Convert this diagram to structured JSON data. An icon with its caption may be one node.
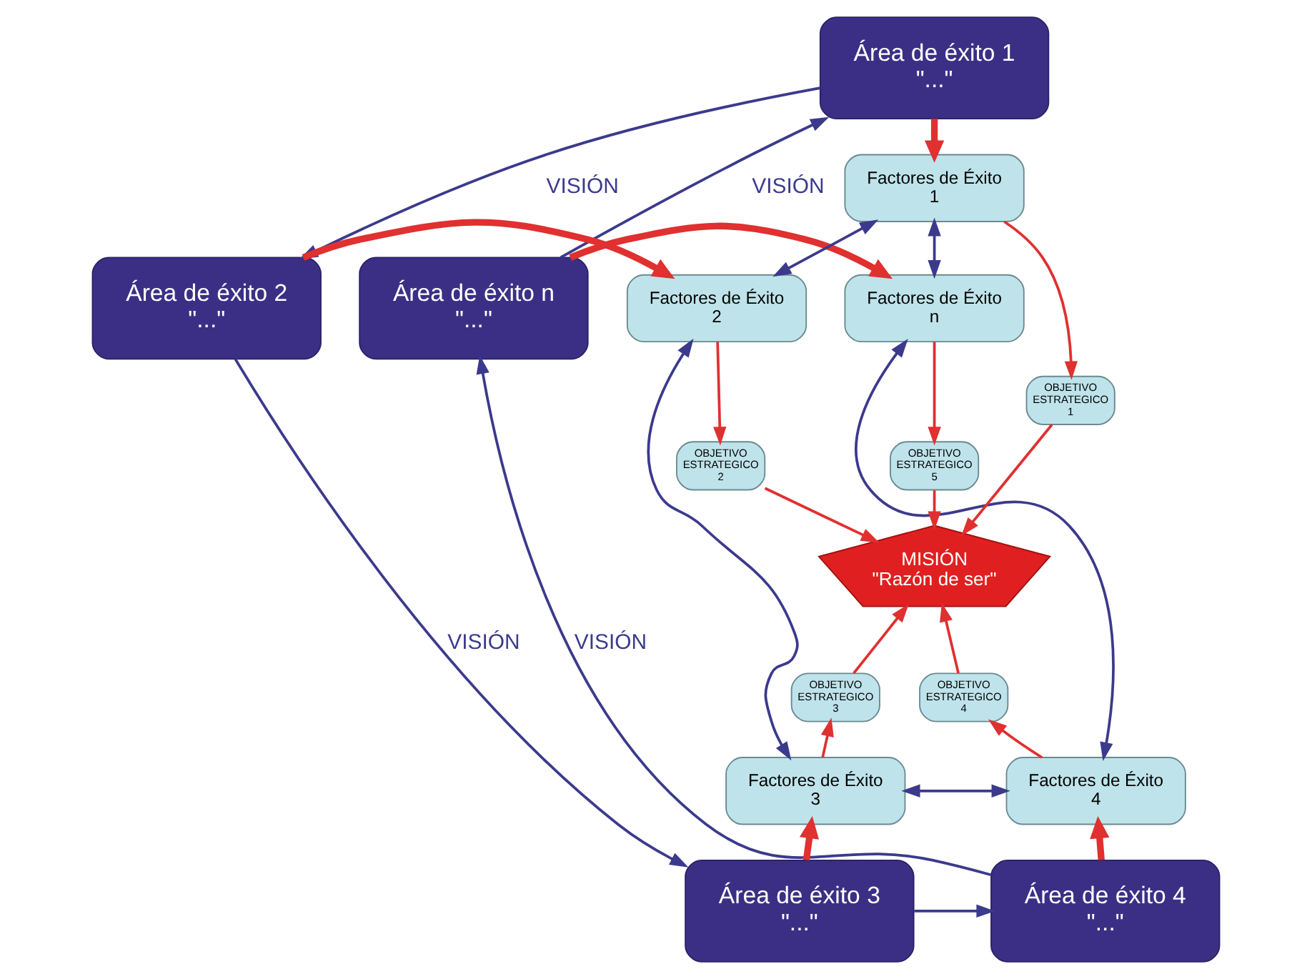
{
  "diagram": {
    "nodes": [
      {
        "text": [
          "Área de éxito 1",
          "\"...\""
        ]
      },
      {
        "text": [
          "Área de éxito 2",
          "\"...\""
        ]
      },
      {
        "text": [
          "Área de éxito 3",
          "\"...\""
        ]
      },
      {
        "text": [
          "Área de éxito 4",
          "\"...\""
        ]
      },
      {
        "text": [
          "Área de éxito n",
          "\"...\""
        ]
      },
      {
        "text": [
          "Factores de Éxito",
          "1"
        ]
      },
      {
        "text": [
          "Factores de Éxito",
          "2"
        ]
      },
      {
        "text": [
          "Factores de Éxito",
          "3"
        ]
      },
      {
        "text": [
          "Factores de Éxito",
          "4"
        ]
      },
      {
        "text": [
          "Factores de Éxito",
          "n"
        ]
      },
      {
        "text": [
          "OBJETIVO",
          "ESTRATEGICO",
          "1"
        ]
      },
      {
        "text": [
          "OBJETIVO",
          "ESTRATEGICO",
          "2"
        ]
      },
      {
        "text": [
          "OBJETIVO",
          "ESTRATEGICO",
          "3"
        ]
      },
      {
        "text": [
          "OBJETIVO",
          "ESTRATEGICO",
          "4"
        ]
      },
      {
        "text": [
          "OBJETIVO",
          "ESTRATEGICO",
          "5"
        ]
      },
      {
        "text": [
          "MISIÓN",
          "\"Razón de ser\""
        ]
      }
    ],
    "edges": [
      {
        "from": 0,
        "to": 5,
        "arrow": "to",
        "style": "thick"
      },
      {
        "from": 1,
        "to": 6,
        "arrow": "to",
        "style": "thick"
      },
      {
        "from": 2,
        "to": 7,
        "arrow": "to",
        "style": "thick"
      },
      {
        "from": 3,
        "to": 8,
        "arrow": "to",
        "style": "thick"
      },
      {
        "from": 4,
        "to": 9,
        "arrow": "to",
        "style": "thick"
      },
      {
        "from": 5,
        "to": 10,
        "arrow": "to"
      },
      {
        "from": 6,
        "to": 11,
        "arrow": "to"
      },
      {
        "from": 7,
        "to": 12,
        "arrow": "to"
      },
      {
        "from": 8,
        "to": 13,
        "arrow": "to"
      },
      {
        "from": 9,
        "to": 14,
        "arrow": "to"
      },
      {
        "from": 10,
        "to": 15,
        "arrow": "to"
      },
      {
        "from": 11,
        "to": 15,
        "arrow": "to"
      },
      {
        "from": 12,
        "to": 15,
        "arrow": "to"
      },
      {
        "from": 13,
        "to": 15,
        "arrow": "to"
      },
      {
        "from": 14,
        "to": 15,
        "arrow": "to"
      },
      {
        "from": 5,
        "to": 9,
        "arrow": "both",
        "color": "#3b3a8c"
      },
      {
        "from": 5,
        "to": 6,
        "arrow": "both",
        "color": "#3b3a8c"
      },
      {
        "from": 6,
        "to": 7,
        "arrow": "both",
        "color": "#3b3a8c"
      },
      {
        "from": 7,
        "to": 8,
        "arrow": "both",
        "color": "#3b3a8c"
      },
      {
        "from": 8,
        "to": 9,
        "arrow": "both",
        "color": "#3b3a8c"
      },
      {
        "from": 4,
        "to": 0,
        "arrow": "to",
        "label": "VISIÓN",
        "color": "#3b3a8c"
      },
      {
        "from": 0,
        "to": 1,
        "arrow": "to",
        "label": "VISIÓN",
        "color": "#3b3a8c"
      },
      {
        "from": 1,
        "to": 2,
        "arrow": "to",
        "label": "VISIÓN",
        "color": "#3b3a8c"
      },
      {
        "from": 2,
        "to": 3,
        "arrow": "to",
        "color": "#3b3a8c"
      },
      {
        "from": 3,
        "to": 4,
        "arrow": "to",
        "label": "VISIÓN",
        "color": "#3b3a8c"
      }
    ]
  }
}
